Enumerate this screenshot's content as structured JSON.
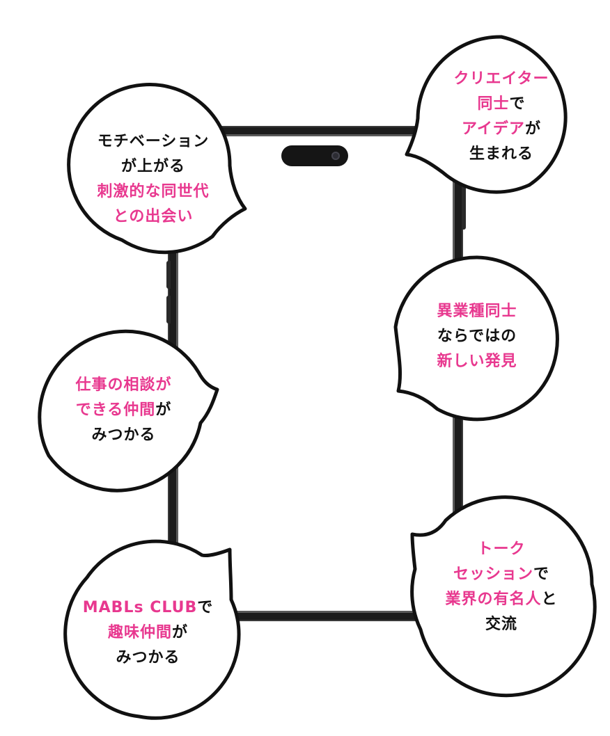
{
  "colors": {
    "accent": "#e8388f",
    "text": "#111111",
    "phone": "#1c1c1c"
  },
  "bubbles": {
    "motivation": {
      "l1": "モチベーション",
      "l2": "が上がる",
      "l3": "刺激的な同世代",
      "l4": "との出会い"
    },
    "creator": {
      "l1": "クリエイター",
      "l2a": "同士",
      "l2b": "で",
      "l3a": "アイデア",
      "l3b": "が",
      "l4": "生まれる"
    },
    "industry": {
      "l1": "異業種同士",
      "l2": "ならではの",
      "l3": "新しい発見"
    },
    "consult": {
      "l1": "仕事の相談が",
      "l2a": "できる仲間",
      "l2b": "が",
      "l3": "みつかる"
    },
    "talk": {
      "l1": "トーク",
      "l2a": "セッション",
      "l2b": "で",
      "l3a": "業界の有名人",
      "l3b": "と",
      "l4": "交流"
    },
    "club": {
      "l1a": "MABLs CLUB",
      "l1b": "で",
      "l2a": "趣味仲間",
      "l2b": "が",
      "l3": "みつかる"
    }
  }
}
